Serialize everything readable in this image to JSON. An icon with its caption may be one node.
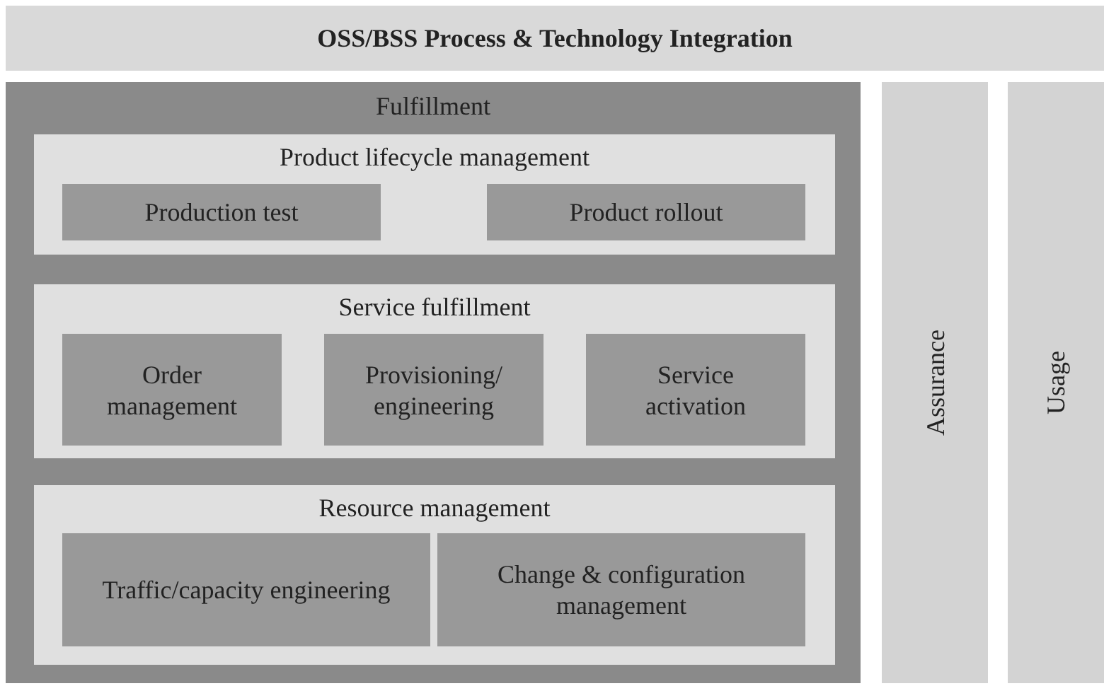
{
  "diagram": {
    "nodes": [
      {
        "text": [
          "OSS/BSS Process & Technology Integration"
        ]
      },
      {
        "text": [
          "Fulfillment"
        ]
      },
      {
        "text": [
          "Product lifecycle management"
        ],
        "in": 1
      },
      {
        "text": [
          "Production test"
        ],
        "in": 2
      },
      {
        "text": [
          "Product rollout"
        ],
        "in": 2
      },
      {
        "text": [
          "Service fulfillment"
        ],
        "in": 1
      },
      {
        "text": [
          "Order management"
        ],
        "in": 5
      },
      {
        "text": [
          "Provisioning/ engineering"
        ],
        "in": 5
      },
      {
        "text": [
          "Service activation"
        ],
        "in": 5
      },
      {
        "text": [
          "Resource management"
        ],
        "in": 1
      },
      {
        "text": [
          "Traffic/capacity engineering"
        ],
        "in": 9
      },
      {
        "text": [
          "Change & configuration management"
        ],
        "in": 9
      },
      {
        "text": [
          "Assurance"
        ]
      },
      {
        "text": [
          "Usage"
        ]
      }
    ]
  }
}
